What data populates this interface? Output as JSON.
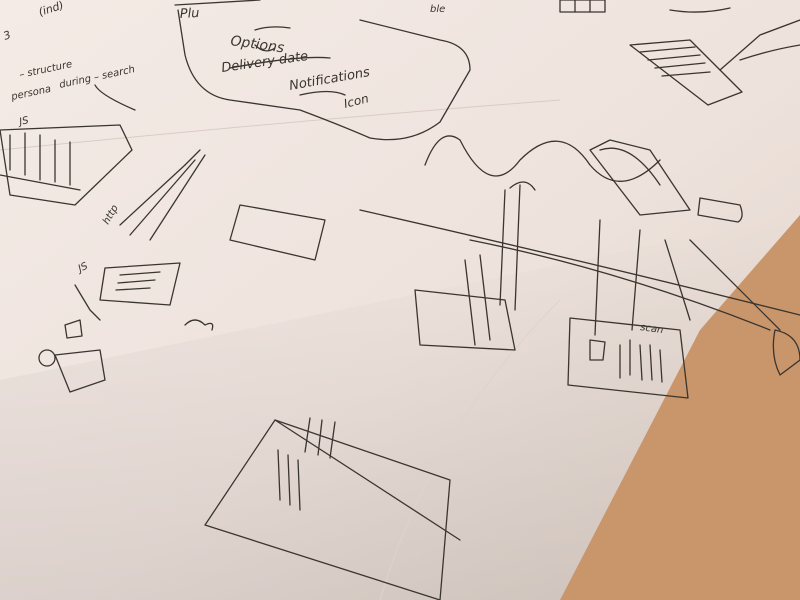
{
  "scene": {
    "colors": {
      "paper_light": "#f4ebe6",
      "paper_shadow": "#ddd0c8",
      "background": "#c8966a",
      "ink": "#3a3530"
    },
    "wireframe_card": {
      "corner_label": "Plu",
      "items": [
        "Options",
        "Delivery date",
        "Notifications",
        "Icon"
      ]
    },
    "notes": {
      "top_left_1": "3",
      "top_left_2": "(ind)",
      "left_line_1": "– structure",
      "left_line_2": "persona",
      "left_line_3": "during – search",
      "left_mark": "JS",
      "arrow_note": "http",
      "small_js": "JS",
      "middle_marker": "scan",
      "top_right_mark": "ble"
    }
  }
}
